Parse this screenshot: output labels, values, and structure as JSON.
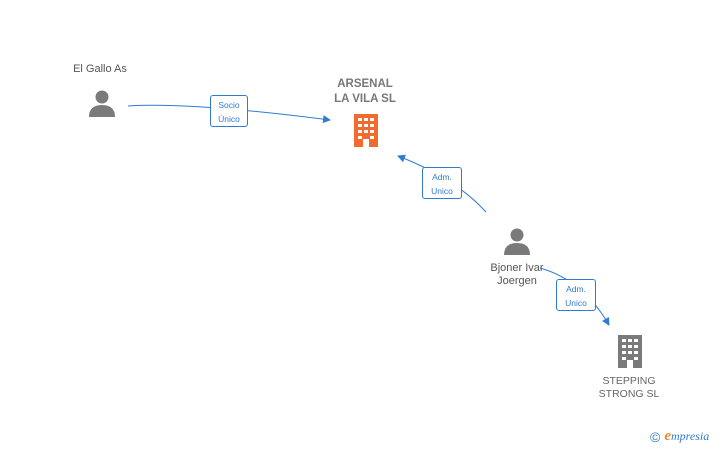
{
  "nodes": {
    "el_gallo": {
      "label": "El Gallo As",
      "icon": "person-icon"
    },
    "arsenal": {
      "label": "ARSENAL\nLA VILA  SL",
      "icon": "building-icon",
      "color": "#f26a2e"
    },
    "bjoner": {
      "label": "Bjoner Ivar\nJoergen",
      "icon": "person-icon"
    },
    "stepping": {
      "label": "STEPPING\nSTRONG  SL",
      "icon": "building-icon",
      "color": "#7a7a7a"
    }
  },
  "edges": {
    "socio": {
      "line1": "Socio",
      "line2": "Único"
    },
    "adm1": {
      "line1": "Adm.",
      "line2": "Unico"
    },
    "adm2": {
      "line1": "Adm.",
      "line2": "Unico"
    }
  },
  "colors": {
    "edge": "#2f7bd1",
    "person": "#7a7a7a",
    "focus_building": "#f26a2e",
    "building": "#7a7a7a"
  },
  "footer": {
    "copyright": "©",
    "brand_initial": "e",
    "brand_rest": "mpresia"
  }
}
